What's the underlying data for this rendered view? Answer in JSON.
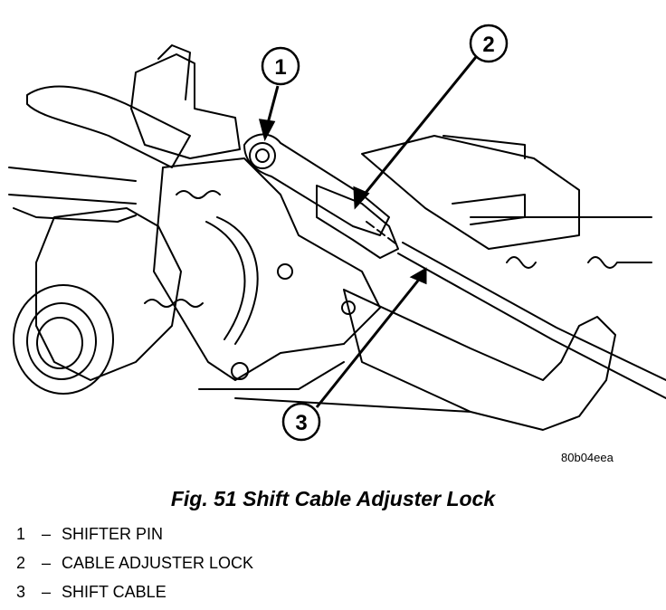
{
  "figure": {
    "code": "80b04eea",
    "caption": "Fig. 51 Shift Cable Adjuster Lock"
  },
  "callouts": [
    {
      "number": "1",
      "label": "SHIFTER PIN"
    },
    {
      "number": "2",
      "label": "CABLE ADJUSTER LOCK"
    },
    {
      "number": "3",
      "label": "SHIFT CABLE"
    }
  ],
  "legend_separator": "–",
  "colors": {
    "ink": "#000000",
    "paper": "#ffffff"
  }
}
